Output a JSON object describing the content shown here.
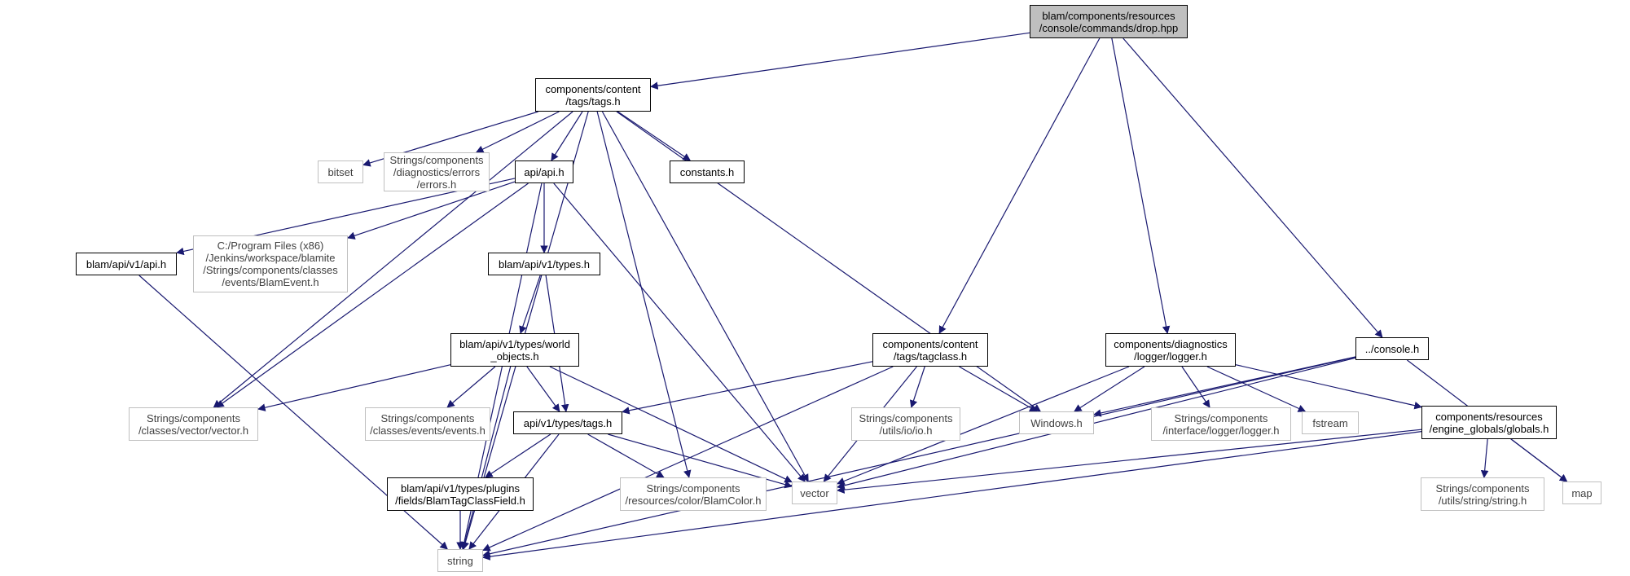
{
  "colors": {
    "edge": "#191970",
    "root_fill": "#bfbfbf",
    "doc_border": "#000000",
    "ext_border": "#bfbfbf"
  },
  "nodes": [
    {
      "id": "drop",
      "label": "blam/components/resources\n/console/commands/drop.hpp",
      "kind": "root"
    },
    {
      "id": "tags",
      "label": "components/content\n/tags/tags.h",
      "kind": "doc"
    },
    {
      "id": "bitset",
      "label": "bitset",
      "kind": "ext"
    },
    {
      "id": "errors",
      "label": "Strings/components\n/diagnostics/errors\n/errors.h",
      "kind": "ext"
    },
    {
      "id": "apih",
      "label": "api/api.h",
      "kind": "doc"
    },
    {
      "id": "constants",
      "label": "constants.h",
      "kind": "doc"
    },
    {
      "id": "v1api",
      "label": "blam/api/v1/api.h",
      "kind": "doc"
    },
    {
      "id": "blamevent",
      "label": "C:/Program Files (x86)\n/Jenkins/workspace/blamite\n/Strings/components/classes\n/events/BlamEvent.h",
      "kind": "ext"
    },
    {
      "id": "v1types",
      "label": "blam/api/v1/types.h",
      "kind": "doc"
    },
    {
      "id": "worldobj",
      "label": "blam/api/v1/types/world\n_objects.h",
      "kind": "doc"
    },
    {
      "id": "vectorh",
      "label": "Strings/components\n/classes/vector/vector.h",
      "kind": "ext"
    },
    {
      "id": "eventsh",
      "label": "Strings/components\n/classes/events/events.h",
      "kind": "ext"
    },
    {
      "id": "typestags",
      "label": "api/v1/types/tags.h",
      "kind": "doc"
    },
    {
      "id": "tagclassfield",
      "label": "blam/api/v1/types/plugins\n/fields/BlamTagClassField.h",
      "kind": "doc"
    },
    {
      "id": "blamcolor",
      "label": "Strings/components\n/resources/color/BlamColor.h",
      "kind": "ext"
    },
    {
      "id": "vector",
      "label": "vector",
      "kind": "ext"
    },
    {
      "id": "string",
      "label": "string",
      "kind": "ext"
    },
    {
      "id": "tagclass",
      "label": "components/content\n/tags/tagclass.h",
      "kind": "doc"
    },
    {
      "id": "ioh",
      "label": "Strings/components\n/utils/io/io.h",
      "kind": "ext"
    },
    {
      "id": "windows",
      "label": "Windows.h",
      "kind": "ext"
    },
    {
      "id": "logger",
      "label": "components/diagnostics\n/logger/logger.h",
      "kind": "doc"
    },
    {
      "id": "ilogger",
      "label": "Strings/components\n/interface/logger/logger.h",
      "kind": "ext"
    },
    {
      "id": "fstream",
      "label": "fstream",
      "kind": "ext"
    },
    {
      "id": "console",
      "label": "../console.h",
      "kind": "doc"
    },
    {
      "id": "globals",
      "label": "components/resources\n/engine_globals/globals.h",
      "kind": "doc"
    },
    {
      "id": "stringh",
      "label": "Strings/components\n/utils/string/string.h",
      "kind": "ext"
    },
    {
      "id": "map",
      "label": "map",
      "kind": "ext"
    }
  ],
  "edges": [
    [
      "drop",
      "tags"
    ],
    [
      "drop",
      "tagclass"
    ],
    [
      "drop",
      "logger"
    ],
    [
      "drop",
      "console"
    ],
    [
      "tags",
      "string"
    ],
    [
      "tags",
      "vectorh"
    ],
    [
      "tags",
      "bitset"
    ],
    [
      "tags",
      "errors"
    ],
    [
      "tags",
      "apih"
    ],
    [
      "tags",
      "blamcolor"
    ],
    [
      "tags",
      "constants"
    ],
    [
      "tags",
      "vector"
    ],
    [
      "tags",
      "windows"
    ],
    [
      "apih",
      "v1api"
    ],
    [
      "apih",
      "blamevent"
    ],
    [
      "apih",
      "vectorh"
    ],
    [
      "apih",
      "v1types"
    ],
    [
      "apih",
      "string"
    ],
    [
      "apih",
      "vector"
    ],
    [
      "v1api",
      "string"
    ],
    [
      "v1types",
      "worldobj"
    ],
    [
      "v1types",
      "typestags"
    ],
    [
      "worldobj",
      "vectorh"
    ],
    [
      "worldobj",
      "eventsh"
    ],
    [
      "worldobj",
      "typestags"
    ],
    [
      "worldobj",
      "string"
    ],
    [
      "worldobj",
      "vector"
    ],
    [
      "typestags",
      "tagclassfield"
    ],
    [
      "typestags",
      "string"
    ],
    [
      "typestags",
      "blamcolor"
    ],
    [
      "typestags",
      "vector"
    ],
    [
      "tagclassfield",
      "string"
    ],
    [
      "tagclass",
      "typestags"
    ],
    [
      "tagclass",
      "vector"
    ],
    [
      "tagclass",
      "ioh"
    ],
    [
      "tagclass",
      "string"
    ],
    [
      "tagclass",
      "windows"
    ],
    [
      "logger",
      "windows"
    ],
    [
      "logger",
      "vector"
    ],
    [
      "logger",
      "ilogger"
    ],
    [
      "logger",
      "fstream"
    ],
    [
      "logger",
      "globals"
    ],
    [
      "console",
      "windows"
    ],
    [
      "console",
      "vector"
    ],
    [
      "console",
      "map"
    ],
    [
      "console",
      "string"
    ],
    [
      "globals",
      "vector"
    ],
    [
      "globals",
      "string"
    ],
    [
      "globals",
      "stringh"
    ],
    [
      "globals",
      "map"
    ]
  ]
}
